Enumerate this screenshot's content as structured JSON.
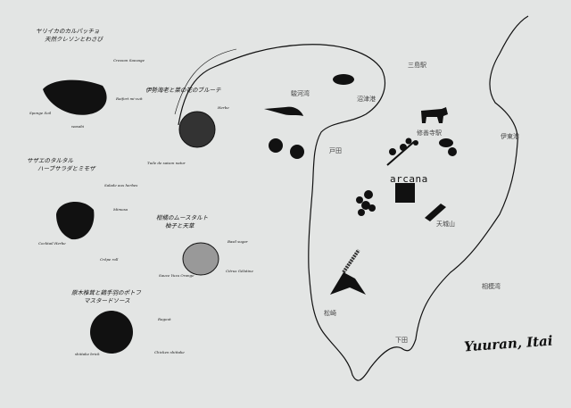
{
  "map": {
    "brand": "arcana",
    "places": {
      "mishima": "三島駅",
      "suruga_bay": "駿河湾",
      "numazu": "沼津港",
      "heda": "戸田",
      "shuzenji": "修善寺駅",
      "ito": "伊東港",
      "amagi": "天城山",
      "sagami_bay": "相模湾",
      "matsuzaki": "松崎",
      "shimoda": "下田"
    },
    "signature": "Yuuran, Itai"
  },
  "dishes": [
    {
      "title": [
        "ヤリイカのカルパッチョ",
        "天然クレソンとわさび"
      ],
      "notes": [
        "Cresson Sauvage",
        "Sponge Soil",
        "wasabi",
        "Raifort mi-cuit"
      ]
    },
    {
      "title": [
        "伊勢海老と菜の花のブルーテ"
      ],
      "notes": [
        "Tuile de saison natur",
        "Herbe"
      ]
    },
    {
      "title": [
        "サザエのタルタル",
        "ハーブサラダとミモザ"
      ],
      "notes": [
        "Salade aux herbes",
        "Mimosa",
        "Cocktail Herbe",
        "Crêpe roll"
      ]
    },
    {
      "title": [
        "柑橘のムースタルト",
        "柚子と天草"
      ],
      "notes": [
        "Basil sugar",
        "Sauce Yuzu Orange",
        "Citrus Gélatine"
      ]
    },
    {
      "title": [
        "原木椎茸と鶏手羽のポトフ",
        "マスタードソース"
      ],
      "notes": [
        "Ragout",
        "shiitake brick",
        "Chicken shiitake"
      ]
    }
  ]
}
